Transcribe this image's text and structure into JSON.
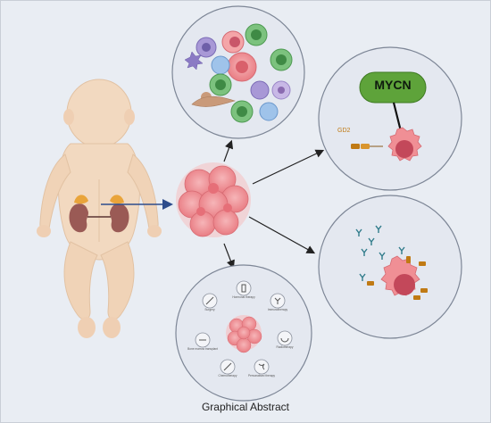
{
  "caption": "Graphical Abstract",
  "oncogene_label": "MYCN",
  "antigen_label": "GD2",
  "treatments": [
    {
      "label": "Surgery",
      "icon": "scalpel-icon"
    },
    {
      "label": "Hormonal therapy",
      "icon": "hormone-vial-icon"
    },
    {
      "label": "Immunotherapy",
      "icon": "antibody-icon"
    },
    {
      "label": "Radiotherapy",
      "icon": "radiation-icon"
    },
    {
      "label": "Personalised therapy",
      "icon": "dna-person-icon"
    },
    {
      "label": "Chemotherapy",
      "icon": "syringe-icon"
    },
    {
      "label": "Bone marrow transplant",
      "icon": "bone-icon"
    }
  ],
  "colors": {
    "background": "#e9edf3",
    "circle_fill": "#e4e8f0",
    "circle_stroke": "#7d8696",
    "mycn_green": "#5ea33a",
    "gd2_orange": "#c07a14",
    "tumor_pink": "#f0969a",
    "kidney": "#9a5a55",
    "adrenal": "#e9a43a",
    "skin": "#f2d9c0"
  }
}
